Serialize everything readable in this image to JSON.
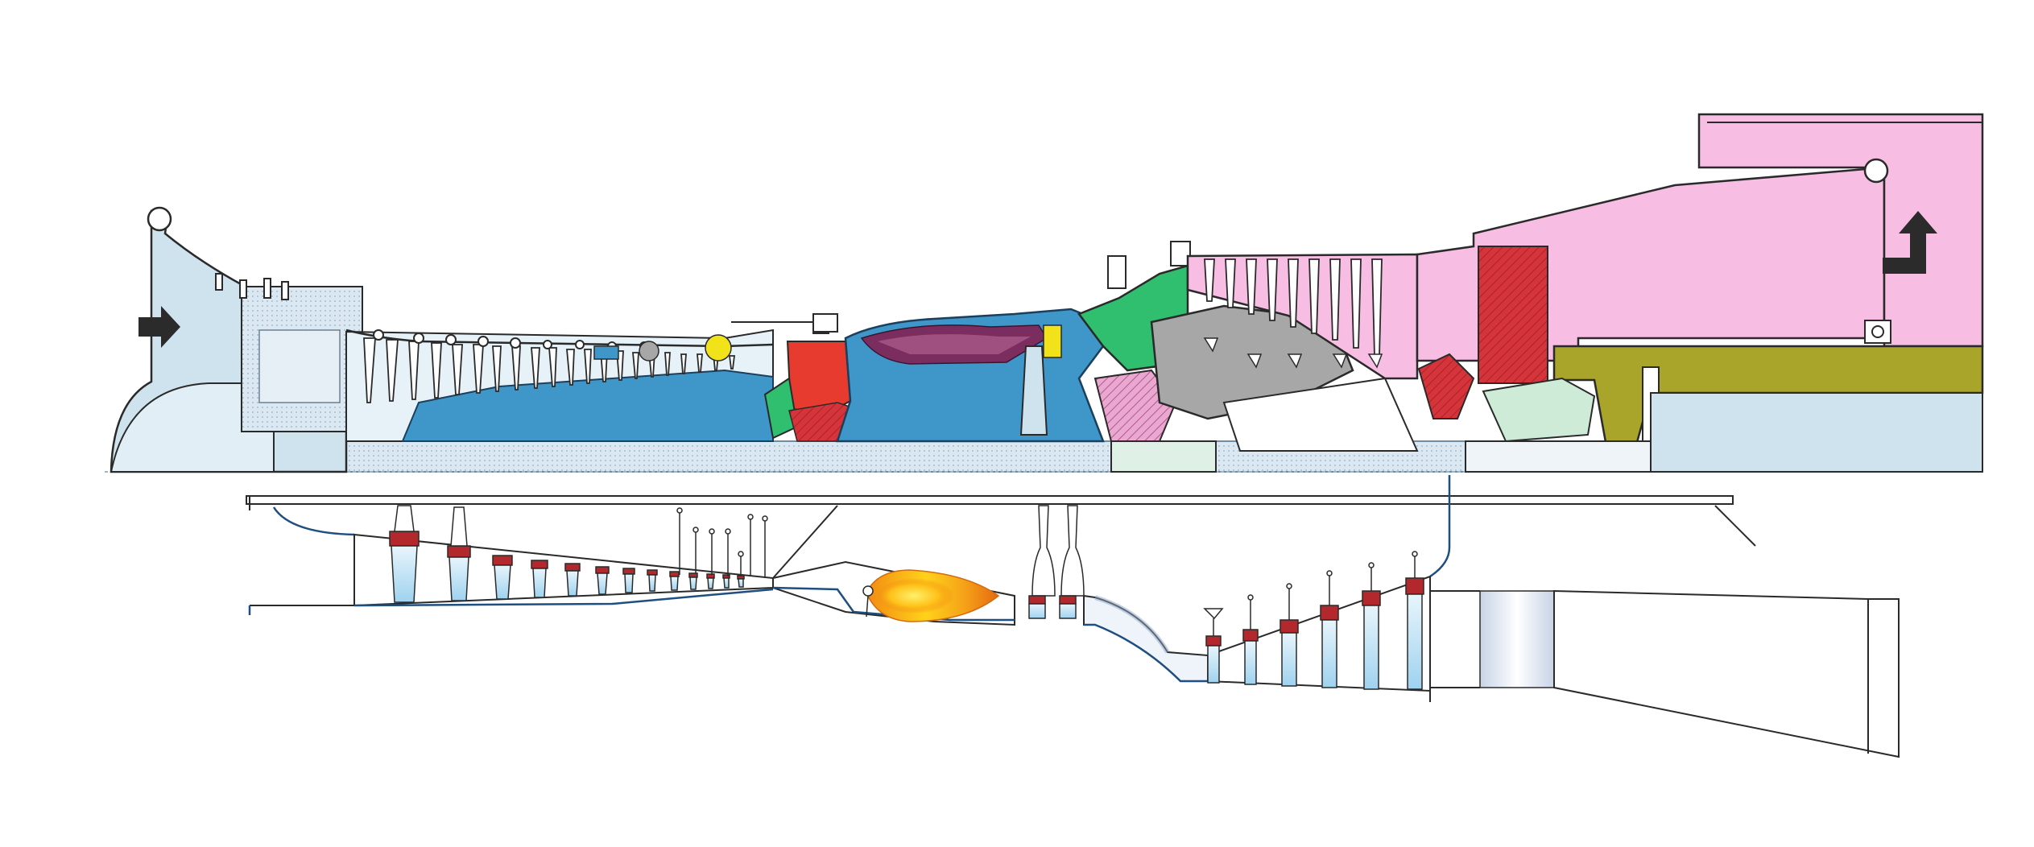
{
  "diagram": {
    "panels": [
      {
        "id": "cutaway",
        "kind": "colored-cross-section"
      },
      {
        "id": "schematic",
        "kind": "simplified-flow-path"
      }
    ],
    "icons": [
      "inlet-arrow-icon",
      "exhaust-arrow-icon"
    ],
    "colors": {
      "background": "#ffffff",
      "casing_light_blue": "#cfe3ee",
      "rotor_blue": "#3f97c9",
      "red_parts": "#e63b2e",
      "green_parts": "#2fbf6e",
      "yellow_parts": "#f2e21a",
      "pink_exhaust": "#f7bde3",
      "olive_support": "#a9a52a",
      "grey_parts": "#a7a7a7",
      "dark_purple_core": "#7a2d5e",
      "blade_red": "#b3282d",
      "blade_blue": "#bfe4f7",
      "flame_orange": "#f28a12",
      "flame_yellow": "#ffd21a",
      "outline": "#2a2a2a",
      "navy_line": "#1f4f80"
    }
  }
}
